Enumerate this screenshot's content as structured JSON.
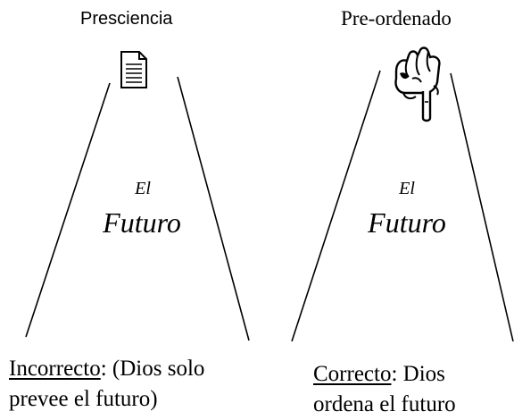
{
  "left_panel": {
    "title": "Presciencia",
    "icon": "document-icon",
    "center_small": "El",
    "center_large": "Futuro",
    "caption_underlined": "Incorrecto",
    "caption_rest_line1": ": (Dios solo",
    "caption_line2": "prevee el futuro)"
  },
  "right_panel": {
    "title": "Pre-ordenado",
    "icon": "pointing-hand-icon",
    "center_small": "El",
    "center_large": "Futuro",
    "caption_underlined": "Correcto",
    "caption_rest_line1": ": Dios",
    "caption_line2": "ordena el futuro"
  },
  "colors": {
    "background": "#ffffff",
    "ink": "#000000"
  }
}
